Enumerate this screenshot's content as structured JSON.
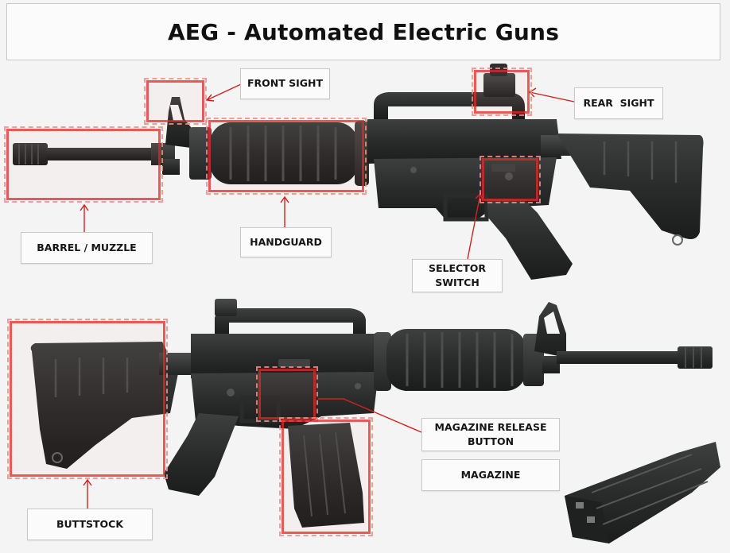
{
  "title": "AEG - Automated Electric Guns",
  "labels": {
    "front_sight": "FRONT SIGHT",
    "rear_sight": "REAR  SIGHT",
    "barrel_muzzle": "BARREL / MUZZLE",
    "handguard": "HANDGUARD",
    "selector_switch_line1": "SELECTOR",
    "selector_switch_line2": "SWITCH",
    "magazine_release_line1": "MAGAZINE RELEASE",
    "magazine_release_line2": "BUTTON",
    "magazine": "MAGAZINE",
    "buttstock": "BUTTSTOCK"
  },
  "colors": {
    "highlight": "#e02828",
    "leader_line": "#d42020",
    "rifle_body": "#2b2d2c",
    "background": "#f4f4f4"
  }
}
